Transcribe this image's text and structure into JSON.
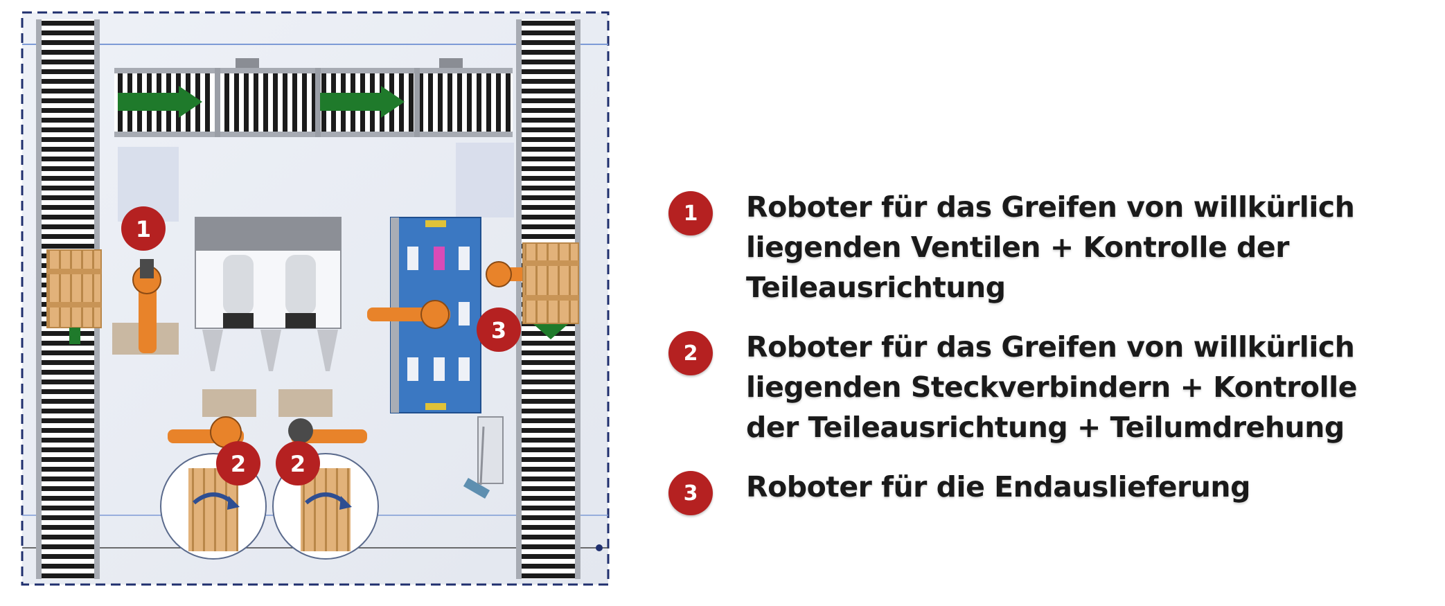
{
  "colors": {
    "badge": "#b52121",
    "robot": "#e8832a",
    "arrow": "#1f7a2b",
    "station": "#3b78c2",
    "pallet": "#d9a86a",
    "frame": "#1f2f6e"
  },
  "diagram": {
    "badges": [
      "1",
      "2",
      "2",
      "3"
    ]
  },
  "legend": [
    {
      "number": "1",
      "lines": [
        "Roboter für das Greifen von willkürlich",
        "liegenden Ventilen + Kontrolle der",
        "Teileausrichtung"
      ]
    },
    {
      "number": "2",
      "lines": [
        "Roboter für das Greifen von willkürlich",
        "liegenden Steckverbindern + Kontrolle",
        "der Teileausrichtung + Teilumdrehung"
      ]
    },
    {
      "number": "3",
      "lines": [
        "Roboter für die Endauslieferung"
      ]
    }
  ]
}
